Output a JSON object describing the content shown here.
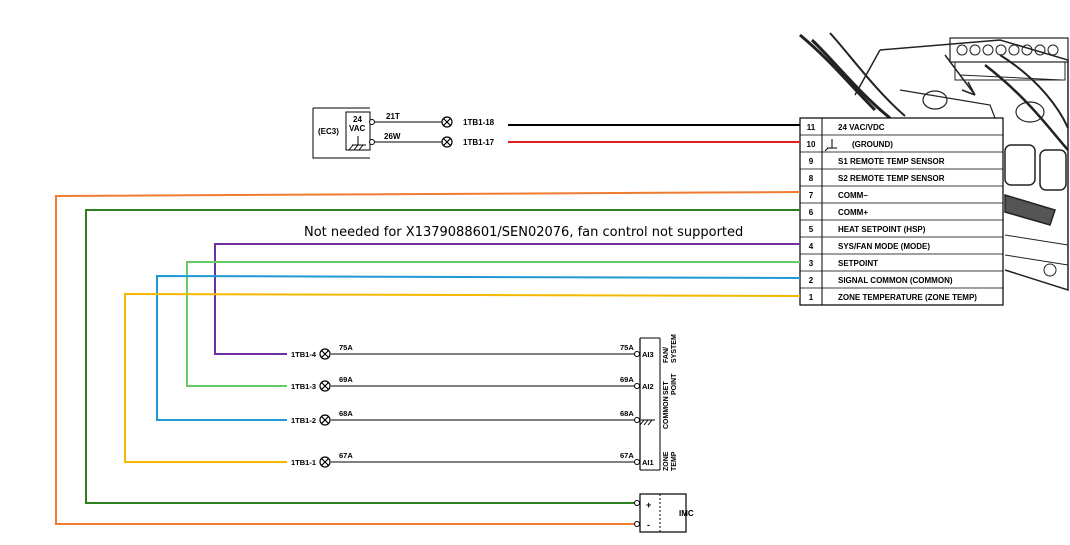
{
  "note": "Not needed for X1379088601/SEN02076, fan control not supported",
  "ec3": {
    "name": "(EC3)",
    "v1": "24",
    "v2": "VAC",
    "w1": "21T",
    "w2": "26W"
  },
  "feeds": {
    "top": "1TB1-18",
    "bottom": "1TB1-17"
  },
  "terminals": [
    {
      "num": "11",
      "label": "24 VAC/VDC"
    },
    {
      "num": "10",
      "label": "(GROUND)"
    },
    {
      "num": "9",
      "label": "S1 REMOTE TEMP SENSOR"
    },
    {
      "num": "8",
      "label": "S2 REMOTE TEMP SENSOR"
    },
    {
      "num": "7",
      "label": "COMM–"
    },
    {
      "num": "6",
      "label": "COMM+"
    },
    {
      "num": "5",
      "label": "HEAT SETPOINT (HSP)"
    },
    {
      "num": "4",
      "label": "SYS/FAN MODE (MODE)"
    },
    {
      "num": "3",
      "label": "SETPOINT"
    },
    {
      "num": "2",
      "label": "SIGNAL COMMON (COMMON)"
    },
    {
      "num": "1",
      "label": "ZONE TEMPERATURE (ZONE TEMP)"
    }
  ],
  "field_rows": [
    {
      "tb": "1TB1-4",
      "wire": "75A",
      "wire_r": "75A",
      "input": "AI3",
      "side1": "FAN/",
      "side2": "SYSTEM"
    },
    {
      "tb": "1TB1-3",
      "wire": "69A",
      "wire_r": "69A",
      "input": "AI2",
      "side1": "SET",
      "side2": "POINT"
    },
    {
      "tb": "1TB1-2",
      "wire": "68A",
      "wire_r": "68A",
      "input": "",
      "side1": "COMMON",
      "side2": ""
    },
    {
      "tb": "1TB1-1",
      "wire": "67A",
      "wire_r": "67A",
      "input": "AI1",
      "side1": "ZONE",
      "side2": "TEMP"
    }
  ],
  "imc": {
    "label": "IMC",
    "plus": "+",
    "minus": "-"
  },
  "colors": {
    "black": "#000000",
    "red": "#e02020",
    "orange": "#ee7b30",
    "green": "#2e7d1e",
    "purple": "#7030a0",
    "lightgreen": "#66cc66",
    "blue": "#1f9ad6",
    "yellow": "#f5b800"
  }
}
